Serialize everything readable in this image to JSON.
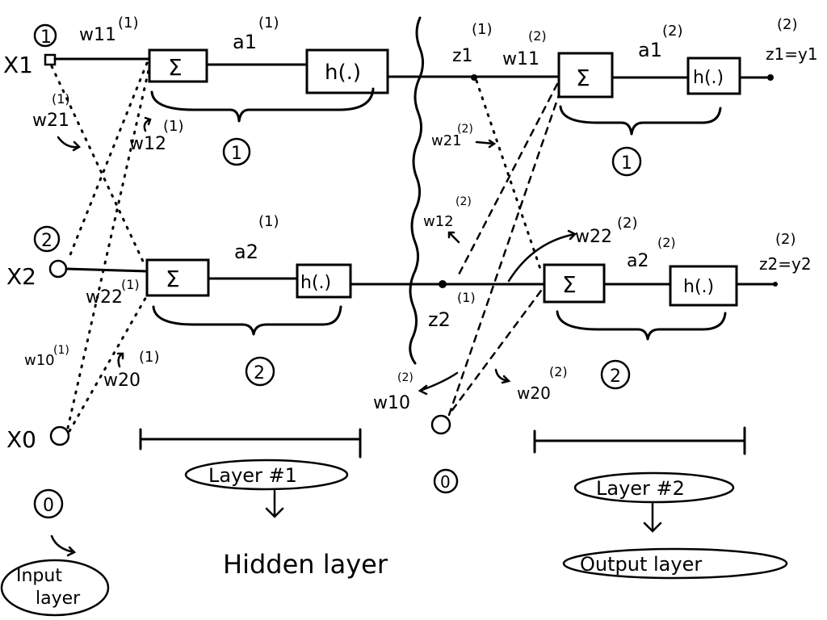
{
  "inputs": {
    "x1": "X1",
    "x2": "X2",
    "x0": "X0",
    "idx1": "1",
    "idx2": "2",
    "idx0": "0",
    "layer_idx": "0",
    "layer_label_line1": "Input",
    "layer_label_line2": "layer"
  },
  "hidden": {
    "w11": "w11",
    "w11_sup": "(1)",
    "w21": "w21",
    "w21_sup": "(1)",
    "w12": "w12",
    "w12_sup": "(1)",
    "w22": "w22",
    "w22_sup": "(1)",
    "w10": "w10",
    "w10_sup": "(1)",
    "w20": "w20",
    "w20_sup": "(1)",
    "a1": "a1",
    "a1_sup": "(1)",
    "a2": "a2",
    "a2_sup": "(1)",
    "sum": "Σ",
    "act": "h(.)",
    "unit1_idx": "1",
    "unit2_idx": "2",
    "bias_idx": "0",
    "layer_name": "Layer #1",
    "description": "Hidden layer"
  },
  "hidden_outputs": {
    "z1": "z1",
    "z1_sup": "(1)",
    "z2": "z2",
    "z2_sup": "(1)"
  },
  "output": {
    "w11": "w11",
    "w11_sup": "(2)",
    "w21": "w21",
    "w21_sup": "(2)",
    "w12": "w12",
    "w12_sup": "(2)",
    "w22": "w22",
    "w22_sup": "(2)",
    "w10": "w10",
    "w10_sup": "(2)",
    "w20": "w20",
    "w20_sup": "(2)",
    "a1": "a1",
    "a1_sup": "(2)",
    "a2": "a2",
    "a2_sup": "(2)",
    "sum": "Σ",
    "act": "h(.)",
    "unit1_idx": "1",
    "unit2_idx": "2",
    "layer_name": "Layer #2",
    "description": "Output layer",
    "z1_out": "z1=y1",
    "z1_out_sup": "(2)",
    "z2_out": "z2=y2",
    "z2_out_sup": "(2)"
  }
}
